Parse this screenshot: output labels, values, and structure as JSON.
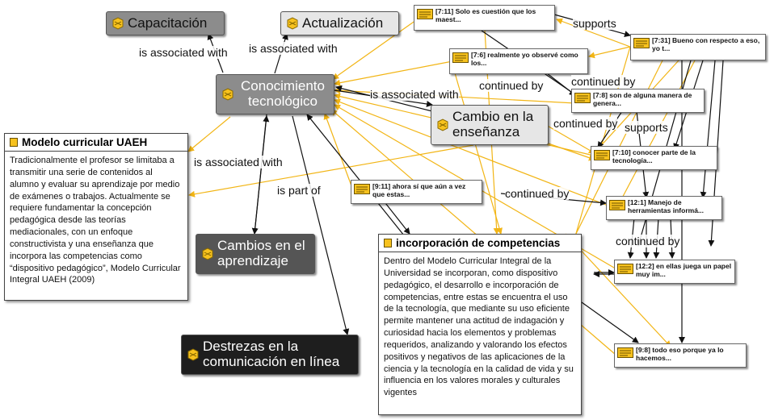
{
  "codes": {
    "capacitacion": "Capacitación",
    "actualizacion": "Actualización",
    "conocimiento": "Conocimiento tecnológico",
    "cambio_ensenanza": "Cambio en la enseñanza",
    "cambios_aprendizaje": "Cambios en el aprendizaje",
    "destrezas": "Destrezas en la comunicación en línea"
  },
  "quotes": {
    "q711": "[7:11] Solo es cuestión que los maest...",
    "q76": "[7:6] realmente yo observé como los...",
    "q731": "[7:31] Bueno con respecto a eso, yo t...",
    "q78": "[7:8] son de alguna manera de genera...",
    "q710": "[7:10] conocer parte de la tecnología...",
    "q911": "[9:11] ahora sí que aún a vez que estas...",
    "q121": "[12:1] Manejo de herramientas informá...",
    "q122": "[12:2] en ellas juega un papel muy im...",
    "q98": "[9:8] todo eso porque ya lo hacemos..."
  },
  "memos": {
    "uaeh": {
      "title": "Modelo curricular UAEH",
      "body": "Tradicionalmente el profesor se limitaba a transmitir una serie de contenidos al alumno y evaluar su aprendizaje por medio de exámenes o trabajos. Actualmente se requiere fundamentar la concepción pedagógica desde las teorías mediacionales, con un enfoque constructivista y una enseñanza que incorpora las competencias como “dispositivo pedagógico”, Modelo Curricular Integral UAEH (2009)"
    },
    "competencias": {
      "title": "incorporación de competencias",
      "body": "Dentro del Modelo Curricular Integral de la Universidad se incorporan, como dispositivo pedagógico, el desarrollo e incorporación de competencias, entre estas se encuentra el uso de la tecnología, que mediante su uso eficiente permite mantener una actitud de indagación y curiosidad hacia los elementos y problemas requeridos, analizando y valorando los efectos positivos y negativos de las aplicaciones de la ciencia y la tecnología en la calidad de vida y su influencia en los valores morales y culturales vigentes"
    }
  },
  "edge_labels": {
    "l1": "is associated with",
    "l2": "is associated with",
    "l3": "is associated with",
    "l4": "is associated with",
    "l5": "is part of",
    "l6": "supports",
    "l7": "continued by",
    "l8": "continued by",
    "l9": "continued by",
    "l10": "supports",
    "l11": "continued by",
    "l12": "continued by"
  },
  "colors": {
    "link_yellow": "#f2b515",
    "link_black": "#111111",
    "icon_yellow": "#f7c21e"
  }
}
